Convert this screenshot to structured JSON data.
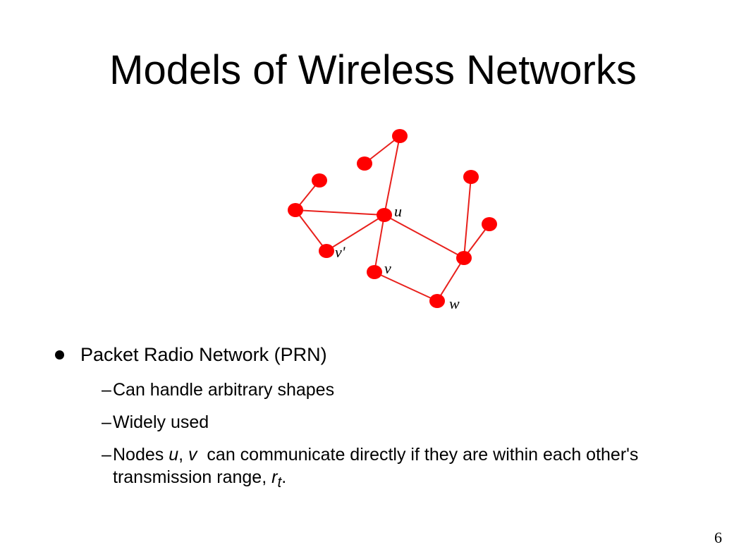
{
  "slide": {
    "title": "Models of Wireless Networks",
    "page_number": "6"
  },
  "diagram": {
    "node_color": "#ff0000",
    "edge_color": "#e8201c",
    "nodes": [
      {
        "id": "top",
        "label": ""
      },
      {
        "id": "topleft",
        "label": ""
      },
      {
        "id": "left_upper",
        "label": ""
      },
      {
        "id": "left",
        "label": ""
      },
      {
        "id": "u",
        "label": "u"
      },
      {
        "id": "vprime",
        "label": "v'"
      },
      {
        "id": "v",
        "label": "v"
      },
      {
        "id": "w",
        "label": "w"
      },
      {
        "id": "right_hub",
        "label": ""
      },
      {
        "id": "right_top",
        "label": ""
      },
      {
        "id": "right_mid",
        "label": ""
      }
    ],
    "edges": [
      [
        "top",
        "topleft"
      ],
      [
        "top",
        "u"
      ],
      [
        "left_upper",
        "left"
      ],
      [
        "left",
        "u"
      ],
      [
        "left",
        "vprime"
      ],
      [
        "vprime",
        "u"
      ],
      [
        "u",
        "v"
      ],
      [
        "u",
        "right_hub"
      ],
      [
        "v",
        "w"
      ],
      [
        "w",
        "right_hub"
      ],
      [
        "right_hub",
        "right_top"
      ],
      [
        "right_hub",
        "right_mid"
      ]
    ]
  },
  "bullets": {
    "main": "Packet Radio Network (PRN)",
    "sub1": "Can handle arbitrary shapes",
    "sub2": "Widely used",
    "sub3": {
      "prefix": "Nodes ",
      "u": "u",
      "comma": ", ",
      "v": "v",
      "middle": "  can communicate directly if they are within each other's transmission range, ",
      "r": "r",
      "sub": "t",
      "end": "."
    }
  }
}
